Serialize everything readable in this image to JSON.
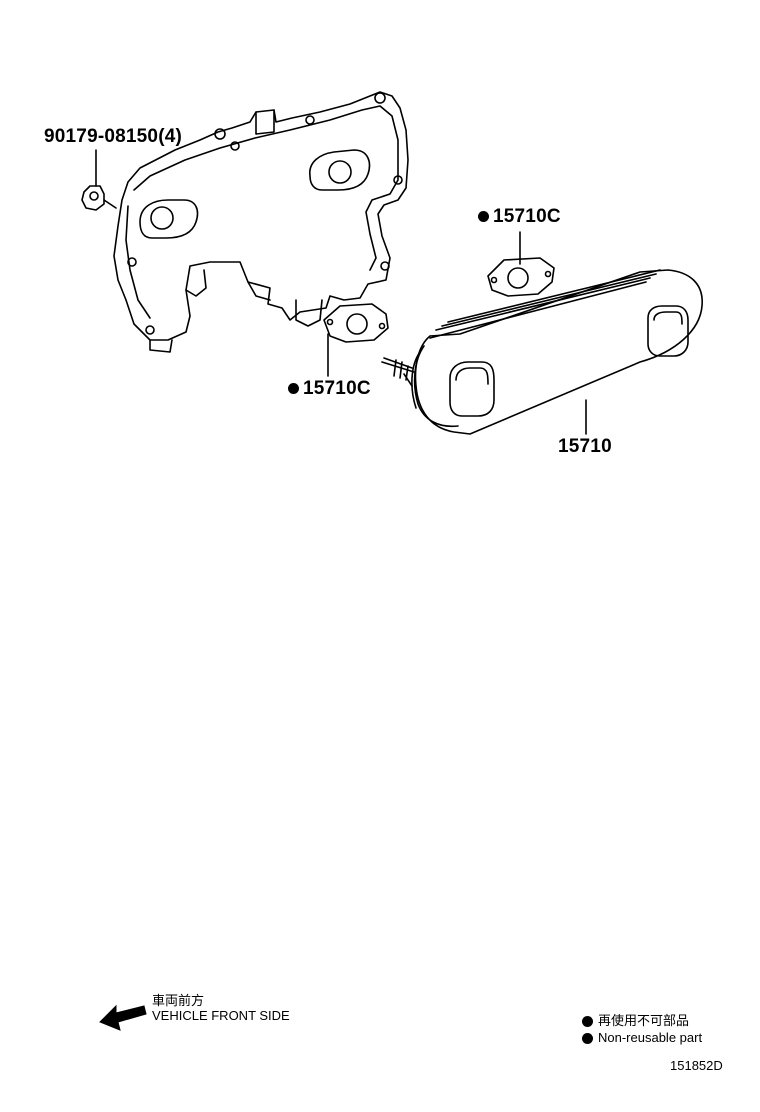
{
  "callouts": {
    "bolt": "90179-08150(4)",
    "gasket_upper": "15710C",
    "gasket_lower": "15710C",
    "cooler": "15710"
  },
  "direction": {
    "japanese": "車両前方",
    "english": "VEHICLE FRONT SIDE"
  },
  "legend": {
    "japanese": "再使用不可部品",
    "english": "Non-reusable part"
  },
  "diagram_id": "151852D"
}
